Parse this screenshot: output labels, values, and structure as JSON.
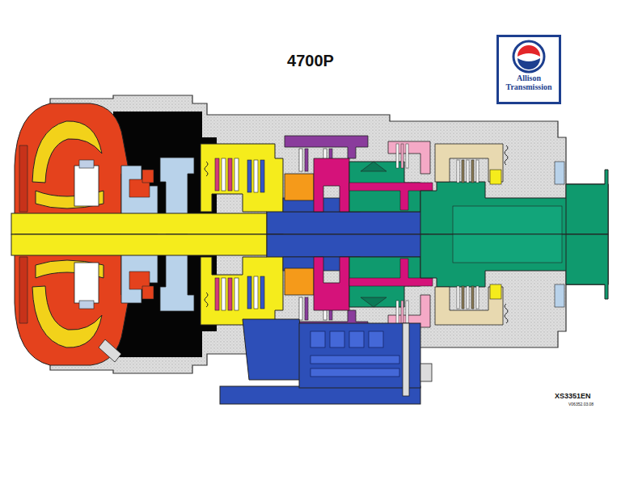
{
  "diagram": {
    "title": "4700P",
    "nodes": [
      {
        "text": [
          "Allison Transmission"
        ]
      }
    ],
    "labels": [
      "XS3351EN",
      "V06352.03.08"
    ]
  }
}
